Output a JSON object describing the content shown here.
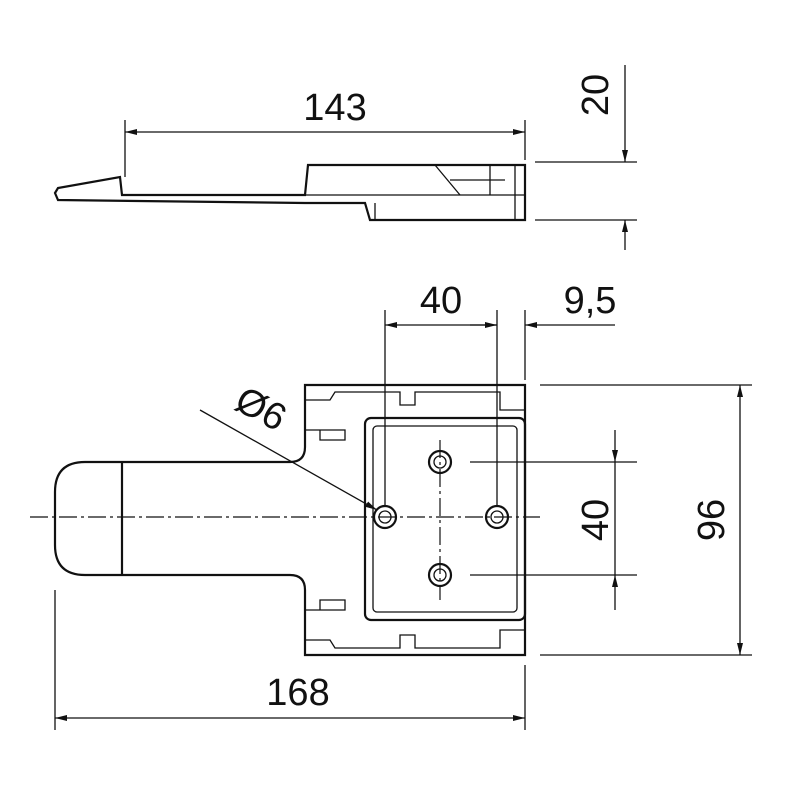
{
  "title": "Hinge dimension drawing",
  "dimensions": {
    "top_length": "143",
    "top_height": "20",
    "hole_spacing_horizontal": "40",
    "edge_offset": "9,5",
    "hole_diameter": "Ø6",
    "hole_spacing_vertical": "40",
    "plate_height": "96",
    "overall_length": "168"
  },
  "colors": {
    "line": "#111111",
    "background": "#ffffff"
  }
}
